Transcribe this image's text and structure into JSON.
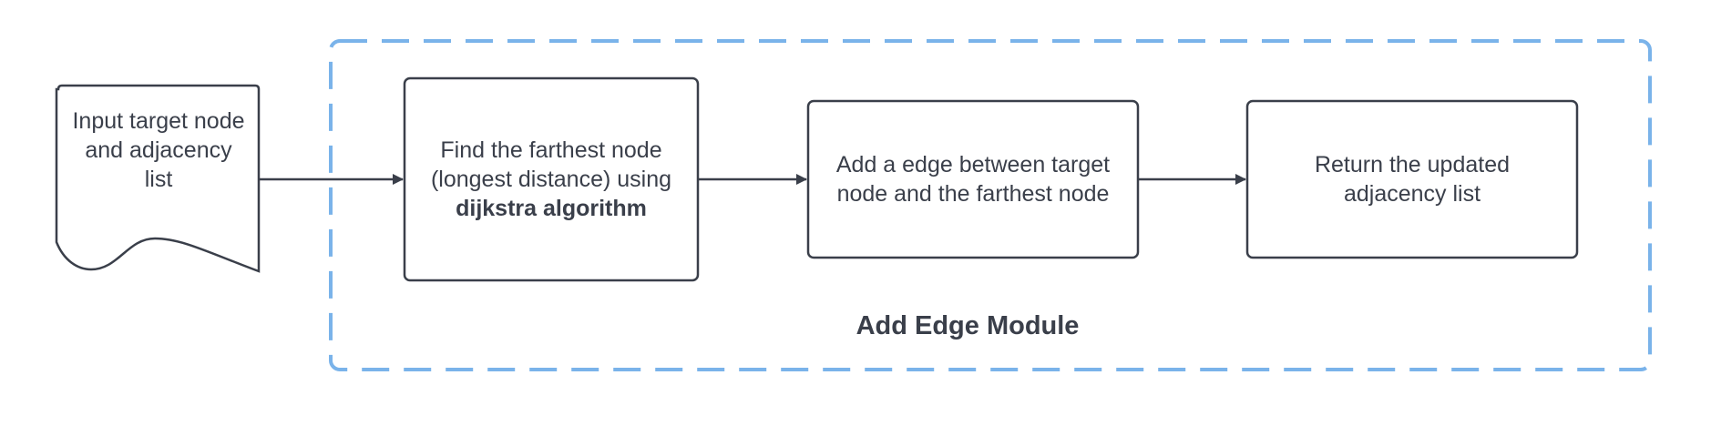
{
  "diagram": {
    "module_label": "Add Edge Module",
    "input_node": {
      "lines": [
        "Input target node",
        "and adjacency",
        "list"
      ]
    },
    "step1": {
      "lines": [
        "Find the farthest node",
        "(longest distance) using"
      ],
      "bold": "dijkstra algorithm"
    },
    "step2": {
      "lines": [
        "Add a edge between target",
        "node and the farthest node"
      ]
    },
    "step3": {
      "lines": [
        "Return the updated",
        "adjacency list"
      ]
    },
    "colors": {
      "stroke": "#3a3f4a",
      "module_border": "#7ab3ea",
      "background": "#ffffff"
    }
  }
}
